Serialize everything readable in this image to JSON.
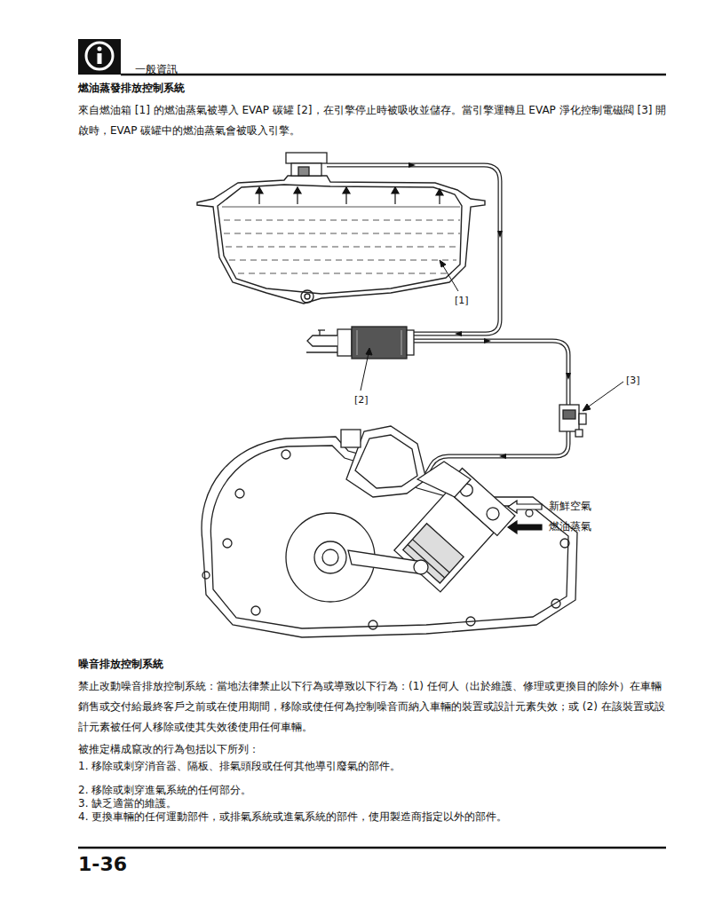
{
  "diagram": {
    "title": "燃油蒸發排放控制系統",
    "labels": [
      "一般資訊",
      "來自燃油箱 [1] 的燃油蒸氣被導入 EVAP 碳罐 [2]，在引擎停止時被吸收並儲存。當引擎運轉且 EVAP 淨化控制電磁閥 [3] 開啟時，EVAP 碳罐中的燃油蒸氣會被吸入引擎。",
      "[1]",
      "[2]",
      "[3]",
      "噪音排放控制系統",
      "禁止改動噪音排放控制系統：當地法律禁止以下行為或導致以下行為：(1) 任何人（出於維護、修理或更換目的除外）在車輛銷售或交付給最終客戶之前或在使用期間，移除或使任何為控制噪音而納入車輛的裝置或設計元素失效；或 (2) 在該裝置或設計元素被任何人移除或使其失效後使用任何車輛。",
      "被推定構成竄改的行為包括以下所列：",
      "1. 移除或刺穿消音器、隔板、排氣頭段或任何其他導引廢氣的部件。",
      "2. 移除或刺穿進氣系統的任何部分。",
      "3. 缺乏適當的維護。",
      "4. 更換車輛的任何運動部件，或排氣系統或進氣系統的部件，使用製造商指定以外的部件。",
      "1-36"
    ],
    "legend": [
      {
        "text": "新鮮空氣"
      },
      {
        "text": "燃油蒸氣"
      }
    ]
  }
}
